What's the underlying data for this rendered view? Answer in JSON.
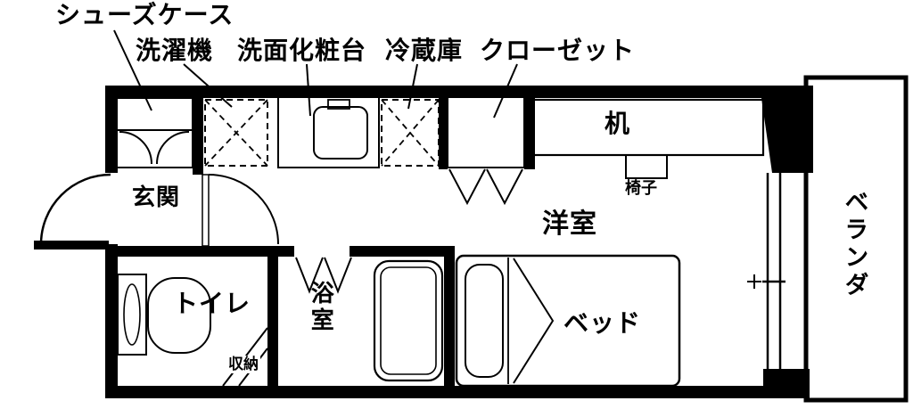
{
  "labels": {
    "shoe_case": "シューズケース",
    "washing_machine": "洗濯機",
    "vanity": "洗面化粧台",
    "refrigerator": "冷蔵庫",
    "closet": "クローゼット",
    "entrance": "玄関",
    "desk": "机",
    "chair": "椅子",
    "western_room": "洋室",
    "toilet": "トイレ",
    "bathroom": "浴室",
    "bed": "ベッド",
    "storage": "収納",
    "veranda": "ベランダ"
  },
  "colors": {
    "wall": "#000000",
    "line": "#000000",
    "background": "#ffffff"
  }
}
